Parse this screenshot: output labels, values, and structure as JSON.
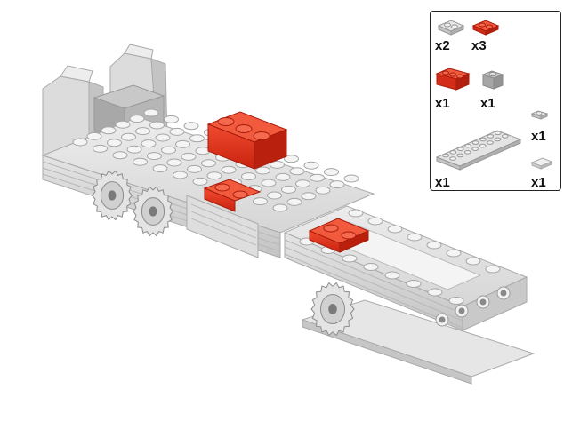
{
  "parts_list": {
    "items": [
      {
        "qty": "x2",
        "part": "gray-plate-1x2-icon",
        "color": "#cfcfcf"
      },
      {
        "qty": "x3",
        "part": "red-plate-1x2-icon",
        "color": "#e8321e"
      },
      {
        "qty": "x1",
        "part": "red-brick-1x3-icon",
        "color": "#e8321e"
      },
      {
        "qty": "x1",
        "part": "gray-brick-1x1-icon",
        "color": "#b4b4b4"
      },
      {
        "qty": "x1",
        "part": "gray-plate-1x1-icon",
        "color": "#d8d8d8"
      },
      {
        "qty": "x1",
        "part": "gray-plate-2x8-icon",
        "color": "#d0d0d0"
      },
      {
        "qty": "x1",
        "part": "gray-tile-1x2-icon",
        "color": "#e0e0e0"
      }
    ]
  },
  "colors": {
    "light_gray": "#d8d8d8",
    "mid_gray": "#b9b9b9",
    "dark_gray": "#9a9a9a",
    "red": "#e8321e",
    "dark_red": "#b11f10"
  }
}
